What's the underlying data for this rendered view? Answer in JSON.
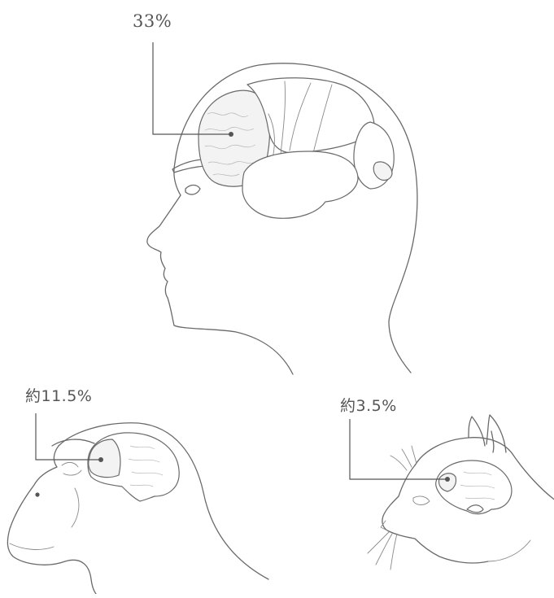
{
  "labels": {
    "human": "33%",
    "monkey": "約11.5%",
    "cat": "約3.5%"
  },
  "colors": {
    "line": "#6a6a6a",
    "text": "#555555",
    "background": "#ffffff"
  }
}
